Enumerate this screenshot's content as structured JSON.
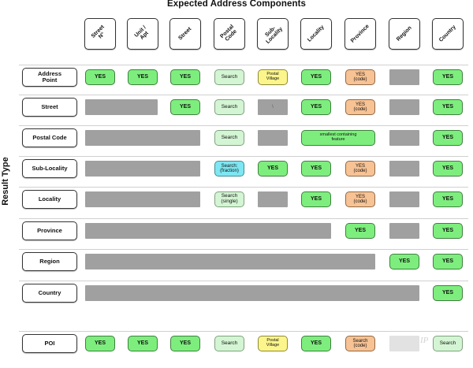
{
  "title": "Expected Address Components",
  "y_axis_label": "Result Type",
  "columns": [
    "Street\nN°",
    "Unit /\nApt",
    "Street",
    "Postal\nCode",
    "Sub-\nLocality",
    "Locality",
    "Province",
    "Region",
    "Country"
  ],
  "rows": [
    {
      "label": "Address\nPoint",
      "cells": [
        {
          "t": "yes",
          "text": "YES",
          "col": 0
        },
        {
          "t": "yes",
          "text": "YES",
          "col": 1
        },
        {
          "t": "yes",
          "text": "YES",
          "col": 2
        },
        {
          "t": "srch",
          "text": "Search",
          "col": 3
        },
        {
          "t": "yel",
          "text": "Postal\nVillage",
          "col": 4
        },
        {
          "t": "yes",
          "text": "YES",
          "col": 5
        },
        {
          "t": "org",
          "text": "YES\n(code)",
          "col": 6
        },
        {
          "t": "gray",
          "text": "",
          "col": 7
        },
        {
          "t": "yes",
          "text": "YES",
          "col": 8
        }
      ]
    },
    {
      "label": "Street",
      "cells": [
        {
          "t": "gray",
          "text": "",
          "col": 0,
          "to": 1
        },
        {
          "t": "yes",
          "text": "YES",
          "col": 2
        },
        {
          "t": "srch",
          "text": "Search",
          "col": 3
        },
        {
          "t": "gray",
          "text": "\\",
          "col": 4
        },
        {
          "t": "yes",
          "text": "YES",
          "col": 5
        },
        {
          "t": "org",
          "text": "YES\n(code)",
          "col": 6
        },
        {
          "t": "gray",
          "text": "",
          "col": 7
        },
        {
          "t": "yes",
          "text": "YES",
          "col": 8
        }
      ]
    },
    {
      "label": "Postal Code",
      "cells": [
        {
          "t": "gray",
          "text": "",
          "col": 0,
          "to": 2
        },
        {
          "t": "srch",
          "text": "Search",
          "col": 3
        },
        {
          "t": "gray",
          "text": "",
          "col": 4
        },
        {
          "t": "wide",
          "text": "smallest containing\nfeature",
          "col": 5,
          "to": 6
        },
        {
          "t": "gray",
          "text": "",
          "col": 7
        },
        {
          "t": "yes",
          "text": "YES",
          "col": 8
        }
      ]
    },
    {
      "label": "Sub-Locality",
      "cells": [
        {
          "t": "gray",
          "text": "",
          "col": 0,
          "to": 2
        },
        {
          "t": "cyan",
          "text": "Search:\n(fraction)",
          "col": 3
        },
        {
          "t": "yes",
          "text": "YES",
          "col": 4
        },
        {
          "t": "yes",
          "text": "YES",
          "col": 5
        },
        {
          "t": "org",
          "text": "YES\n(code)",
          "col": 6
        },
        {
          "t": "gray",
          "text": "",
          "col": 7
        },
        {
          "t": "yes",
          "text": "YES",
          "col": 8
        }
      ]
    },
    {
      "label": "Locality",
      "cells": [
        {
          "t": "gray",
          "text": "",
          "col": 0,
          "to": 2
        },
        {
          "t": "srch",
          "text": "Search\n(single)",
          "col": 3
        },
        {
          "t": "gray",
          "text": "",
          "col": 4
        },
        {
          "t": "yes",
          "text": "YES",
          "col": 5
        },
        {
          "t": "org",
          "text": "YES\n(code)",
          "col": 6
        },
        {
          "t": "gray",
          "text": "",
          "col": 7
        },
        {
          "t": "yes",
          "text": "YES",
          "col": 8
        }
      ]
    },
    {
      "label": "Province",
      "cells": [
        {
          "t": "gray",
          "text": "",
          "col": 0,
          "to": 5
        },
        {
          "t": "yes",
          "text": "YES",
          "col": 6
        },
        {
          "t": "gray",
          "text": "",
          "col": 7
        },
        {
          "t": "yes",
          "text": "YES",
          "col": 8
        }
      ]
    },
    {
      "label": "Region",
      "cells": [
        {
          "t": "gray",
          "text": "",
          "col": 0,
          "to": 6
        },
        {
          "t": "yes",
          "text": "YES",
          "col": 7
        },
        {
          "t": "yes",
          "text": "YES",
          "col": 8
        }
      ]
    },
    {
      "label": "Country",
      "cells": [
        {
          "t": "gray",
          "text": "",
          "col": 0,
          "to": 7
        },
        {
          "t": "yes",
          "text": "YES",
          "col": 8
        }
      ]
    },
    {
      "label": "POI",
      "cells": [
        {
          "t": "yes",
          "text": "YES",
          "col": 0
        },
        {
          "t": "yes",
          "text": "YES",
          "col": 1
        },
        {
          "t": "yes",
          "text": "YES",
          "col": 2
        },
        {
          "t": "srch",
          "text": "Search",
          "col": 3
        },
        {
          "t": "yel",
          "text": "Postal\nVillage",
          "col": 4
        },
        {
          "t": "yes",
          "text": "YES",
          "col": 5
        },
        {
          "t": "org",
          "text": "Search\n(code)",
          "col": 6
        },
        {
          "t": "lgray",
          "text": "",
          "col": 7
        },
        {
          "t": "srch",
          "text": "Search",
          "col": 8
        }
      ]
    }
  ],
  "watermark": "IP"
}
